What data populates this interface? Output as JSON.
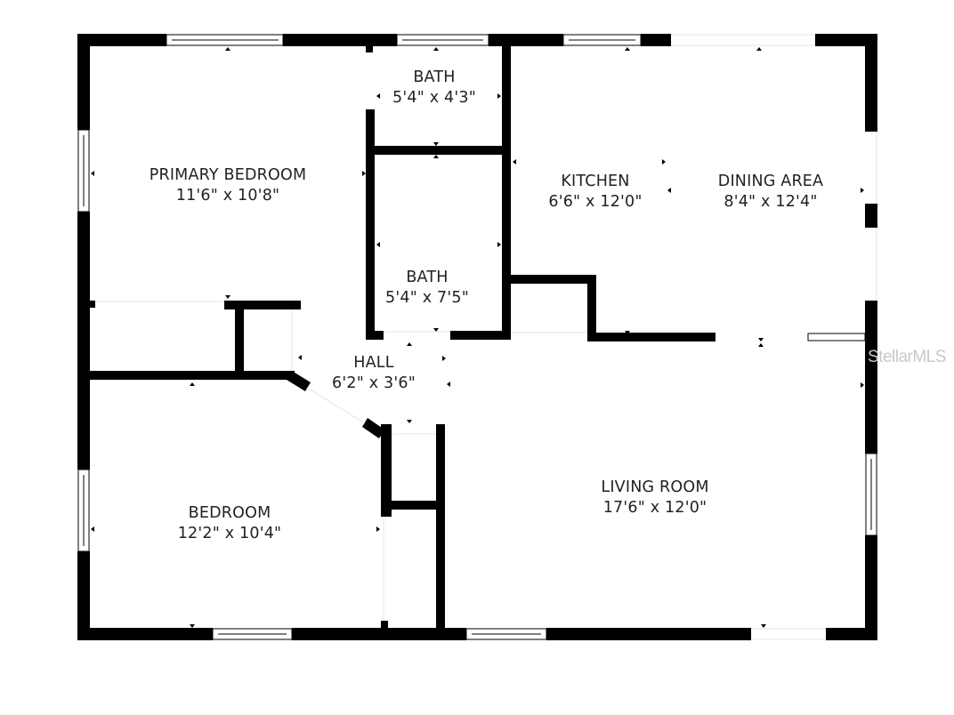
{
  "floorplan": {
    "wall_color": "#000000",
    "background": "#ffffff",
    "rooms": [
      {
        "name": "PRIMARY BEDROOM",
        "dims": "11'6\" x 10'8\""
      },
      {
        "name": "BATH",
        "dims": "5'4\" x 4'3\""
      },
      {
        "name": "BATH",
        "dims": "5'4\" x 7'5\""
      },
      {
        "name": "KITCHEN",
        "dims": "6'6\" x 12'0\""
      },
      {
        "name": "DINING AREA",
        "dims": "8'4\" x 12'4\""
      },
      {
        "name": "HALL",
        "dims": "6'2\" x 3'6\""
      },
      {
        "name": "BEDROOM",
        "dims": "12'2\" x 10'4\""
      },
      {
        "name": "LIVING ROOM",
        "dims": "17'6\" x 12'0\""
      }
    ]
  },
  "watermark": "StellarMLS"
}
